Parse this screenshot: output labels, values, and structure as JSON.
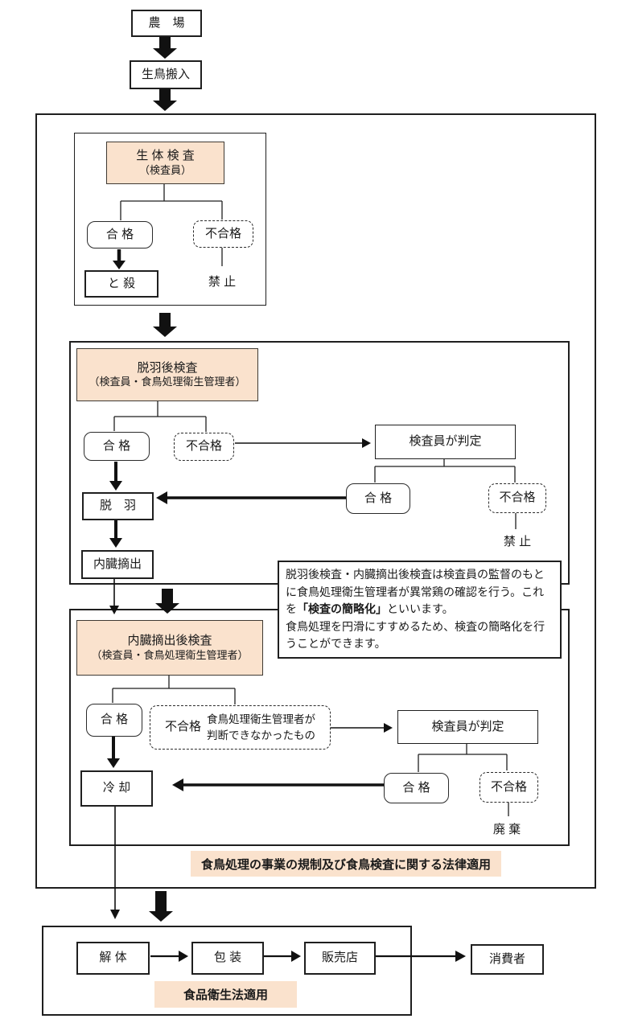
{
  "colors": {
    "peach": "#fae2cd",
    "line": "#1f1f1f"
  },
  "top": {
    "farm": "農　場",
    "live_bird": "生鳥搬入"
  },
  "section1": {
    "title": "生 体 検 査",
    "subtitle": "（検査員）",
    "pass": "合 格",
    "fail": "不合格",
    "slaughter": "と 殺",
    "prohibited": "禁 止"
  },
  "section2": {
    "title": "脱羽後検査",
    "subtitle": "（検査員・食鳥処理衛生管理者）",
    "pass": "合 格",
    "fail": "不合格",
    "judge_title": "検査員が判定",
    "judge_pass": "合 格",
    "judge_fail": "不合格",
    "prohibited": "禁 止",
    "defeathering": "脱　羽",
    "evisceration": "内臓摘出"
  },
  "note": {
    "part1": "脱羽後検査・内臓摘出後検査は検査員の監督のもとに食鳥処理衛生管理者が異常鶏の確認を行う。これを",
    "bold": "「検査の簡略化」",
    "part2": "といいます。",
    "part3": "食鳥処理を円滑にすすめるため、検査の簡略化を行うことができます。"
  },
  "section3": {
    "title": "内臓摘出後検査",
    "subtitle": "（検査員・食鳥処理衛生管理者）",
    "pass": "合 格",
    "fail": "不合格",
    "fail_desc1": "食鳥処理衛生管理者が",
    "fail_desc2": "判断できなかったもの",
    "judge_title": "検査員が判定",
    "judge_pass": "合 格",
    "judge_fail": "不合格",
    "disposal": "廃 棄",
    "cooling": "冷 却"
  },
  "laws": {
    "poultry_inspection_law": "食鳥処理の事業の規制及び食鳥検査に関する法律適用",
    "food_sanitation_law": "食品衛生法適用"
  },
  "bottom": {
    "dismantling": "解 体",
    "packaging": "包 装",
    "retail": "販売店",
    "consumer": "消費者"
  }
}
